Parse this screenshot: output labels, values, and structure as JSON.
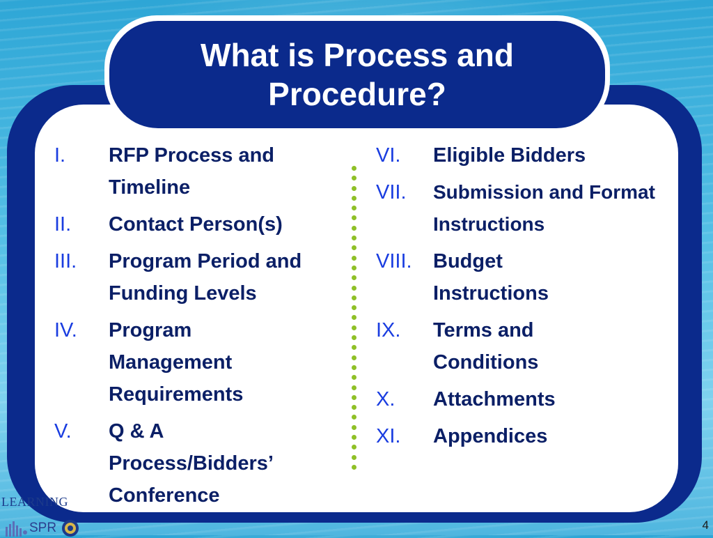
{
  "slide": {
    "title": "What is Process and Procedure?",
    "page_number": "4"
  },
  "left_items": [
    {
      "numeral": "I.",
      "text": "RFP Process and Timeline"
    },
    {
      "numeral": "II.",
      "text": "Contact Person(s)"
    },
    {
      "numeral": "III.",
      "text": "Program Period and Funding Levels"
    },
    {
      "numeral": "IV.",
      "text": "Program Management Requirements"
    },
    {
      "numeral": "V.",
      "text": "Q & A Process/Bidders’ Conference"
    }
  ],
  "right_items": [
    {
      "numeral": "VI.",
      "text": "Eligible Bidders"
    },
    {
      "numeral": "VII.",
      "text": "Submission and Format Instructions"
    },
    {
      "numeral": "VIII.",
      "text": "Budget Instructions"
    },
    {
      "numeral": "IX.",
      "text": "Terms and Conditions"
    },
    {
      "numeral": "X.",
      "text": "Attachments"
    },
    {
      "numeral": "XI.",
      "text": "Appendices"
    }
  ],
  "footer": {
    "logo_text": "LEARNING",
    "spr_text": "SPR"
  },
  "colors": {
    "navy": "#0b2a8c",
    "numeral_blue": "#1a3de0",
    "text_navy": "#0b1f66",
    "divider_green": "#8fc027"
  }
}
